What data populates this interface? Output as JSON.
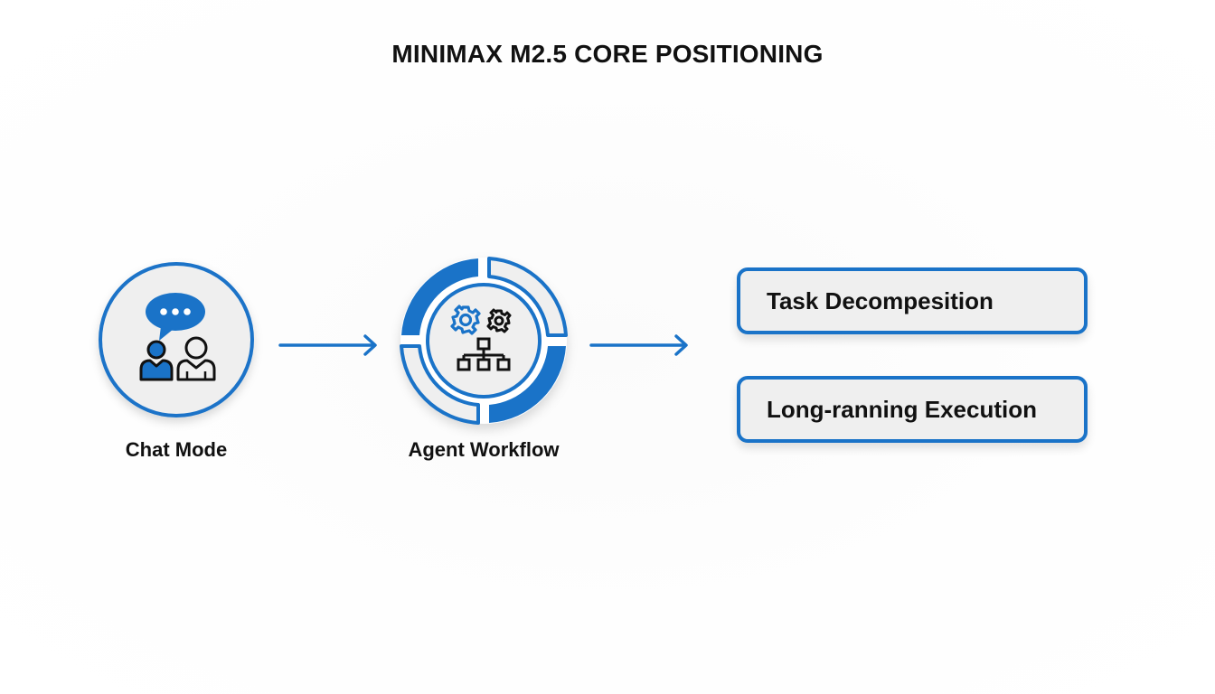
{
  "title": "MINIMAX M2.5 CORE POSITIONING",
  "colors": {
    "accent": "#1a73c8",
    "text": "#111111",
    "node_fill": "#efefef",
    "background": "#fdfdfd"
  },
  "flow": {
    "nodes": [
      {
        "id": "chat-mode",
        "label": "Chat Mode",
        "icons": [
          "speech-bubble-icon",
          "two-users-icon"
        ]
      },
      {
        "id": "agent-workflow",
        "label": "Agent Workflow",
        "icons": [
          "gears-icon",
          "hierarchy-icon"
        ]
      }
    ],
    "connectors": [
      {
        "from": "chat-mode",
        "to": "agent-workflow",
        "icon": "arrow-right-icon"
      },
      {
        "from": "agent-workflow",
        "to": "capabilities",
        "icon": "arrow-right-icon"
      }
    ],
    "capabilities": [
      {
        "label": "Task Decompesition"
      },
      {
        "label": "Long-ranning Execution"
      }
    ]
  }
}
